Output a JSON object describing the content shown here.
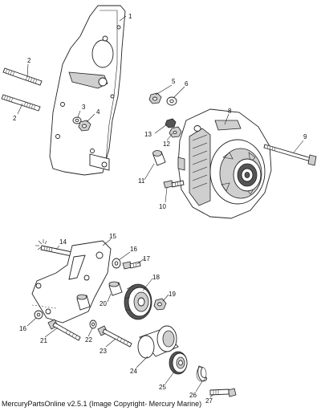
{
  "callouts": [
    "1",
    "2",
    "2",
    "3",
    "4",
    "5",
    "6",
    "8",
    "13",
    "12",
    "9",
    "11",
    "10",
    "14",
    "15",
    "16",
    "17",
    "18",
    "19",
    "20",
    "16",
    "21",
    "22",
    "23",
    "24",
    "25",
    "26",
    "27"
  ],
  "footer": {
    "copyright": "MercuryPartsOnline v2.5.1 (Image Copyright- Mercury Marine)"
  }
}
